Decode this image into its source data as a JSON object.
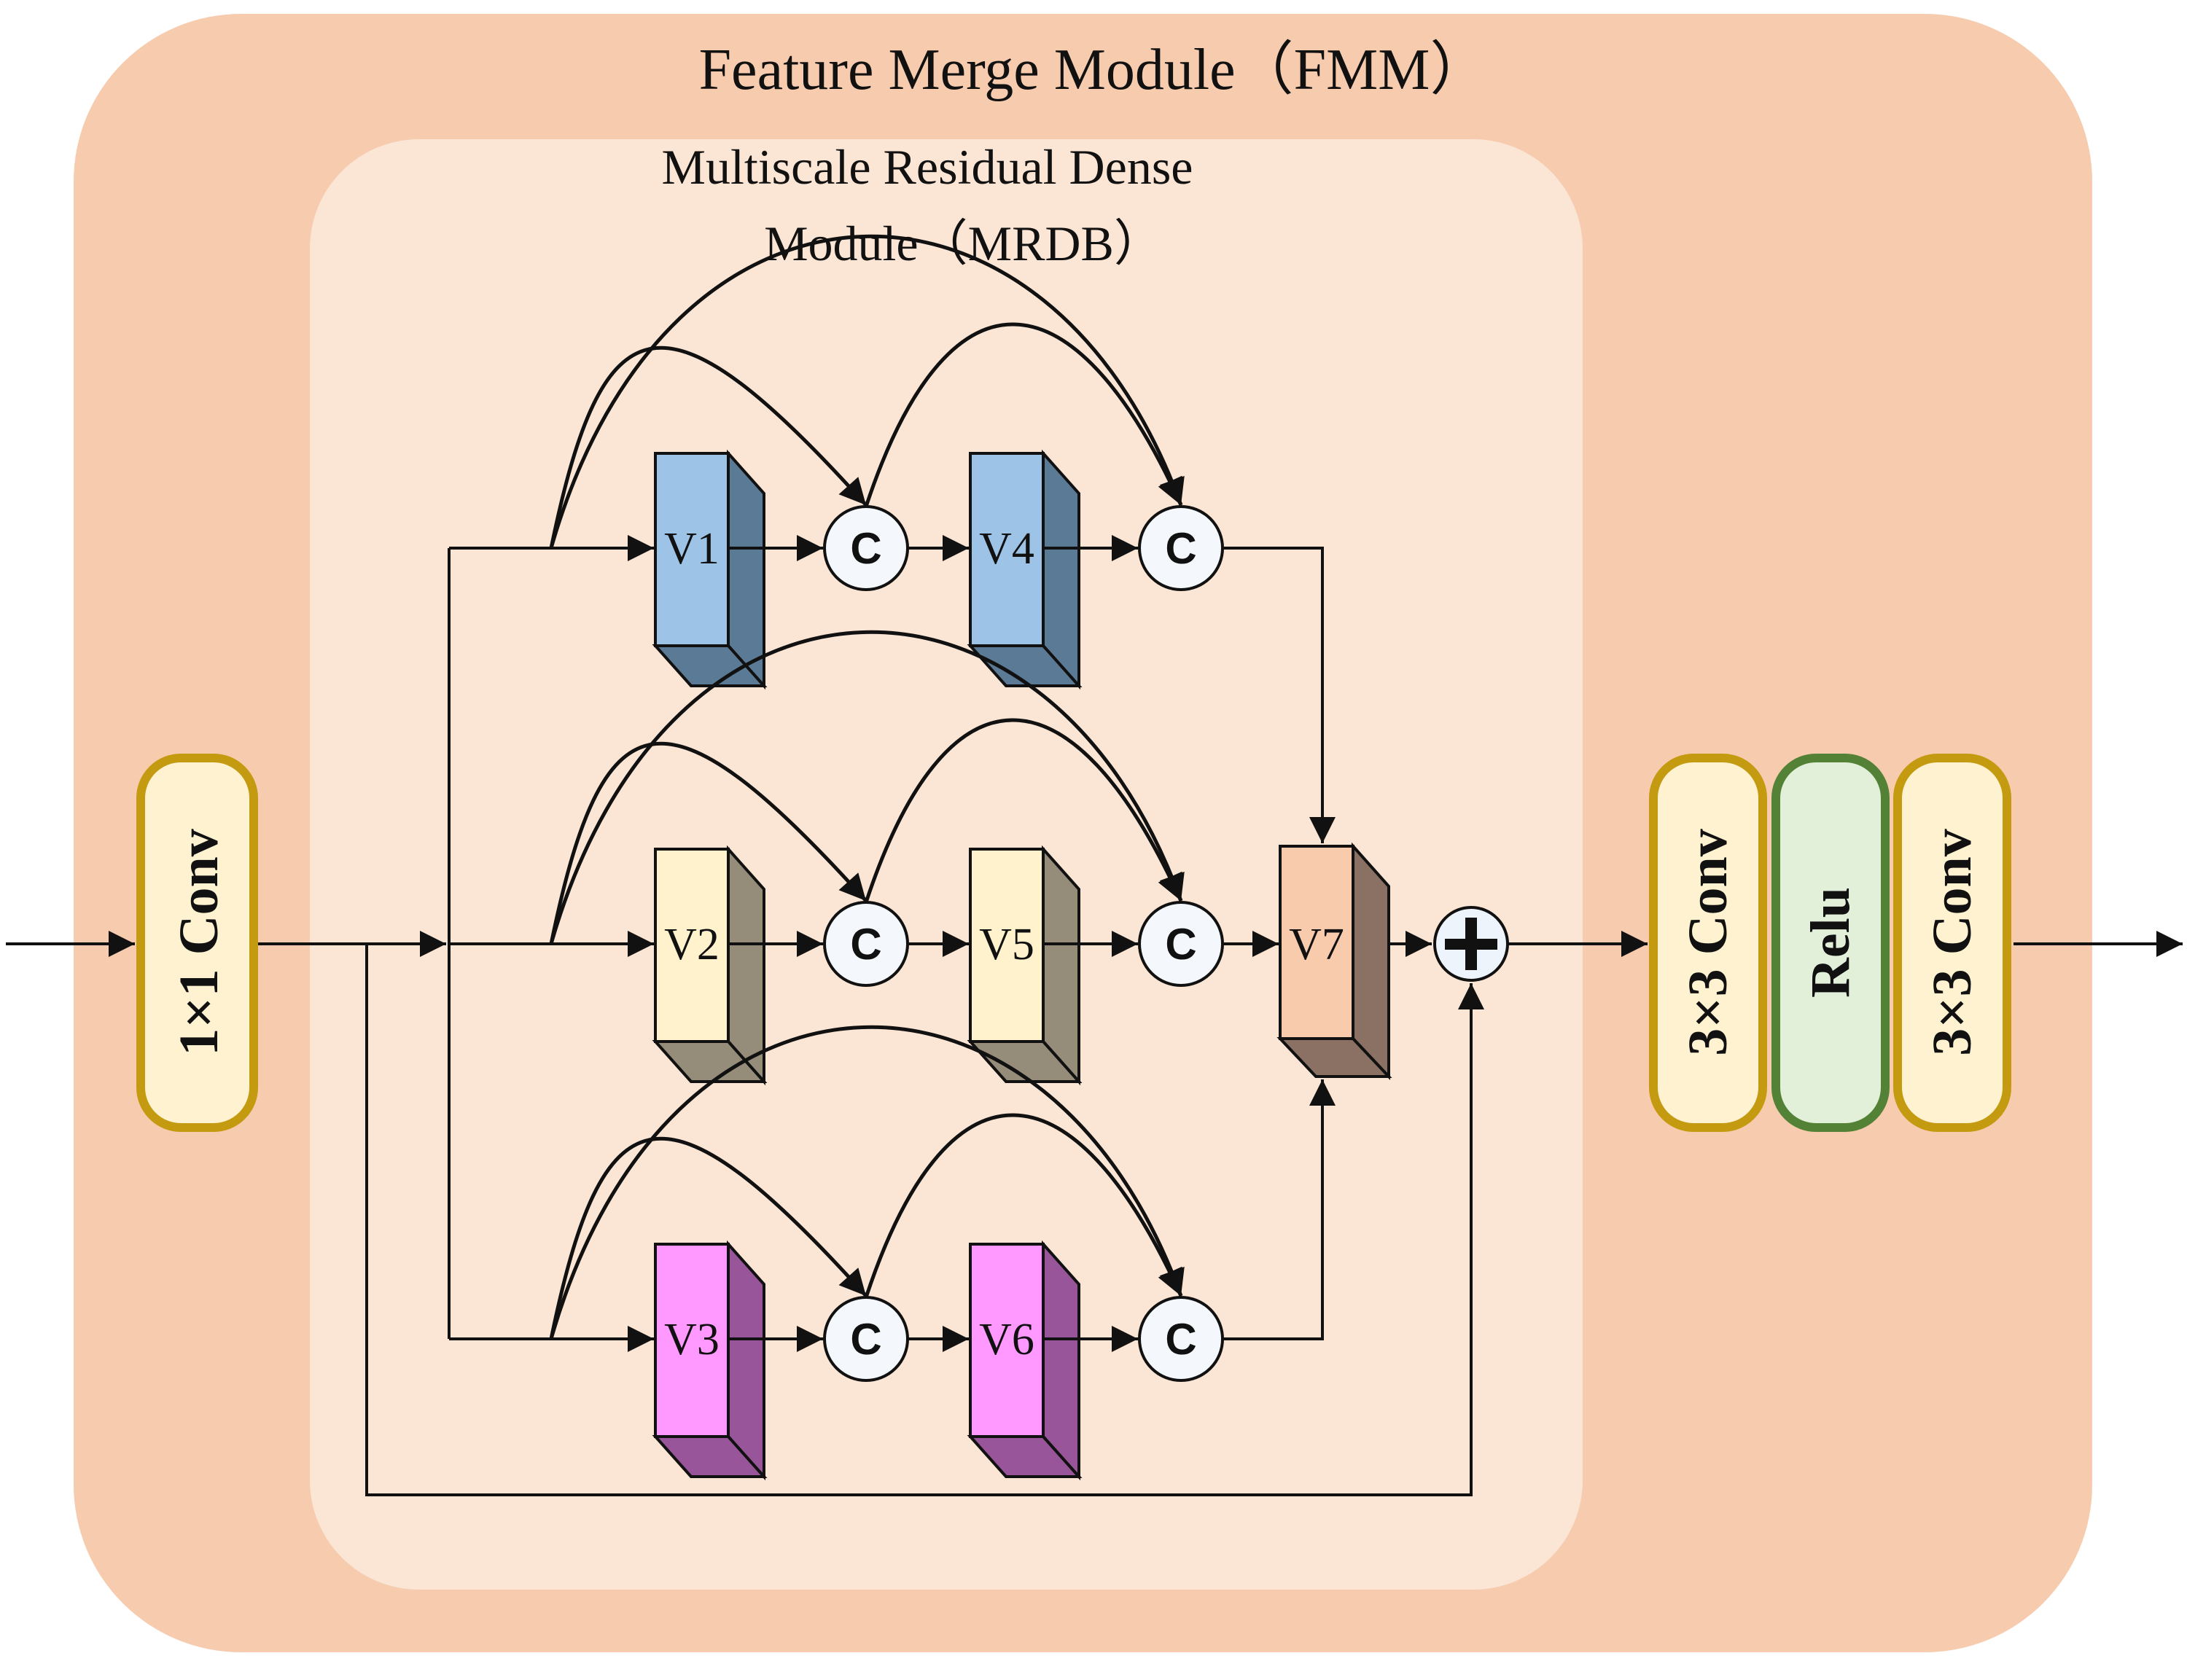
{
  "title": "Feature Merge Module（FMM）",
  "inner_title_line1": "Multiscale Residual Dense",
  "inner_title_line2": "Module（MRDB）",
  "colors": {
    "outer_bg": "#f7cbad",
    "inner_bg": "#fbe5d5",
    "conv_fill": "#fef2d0",
    "conv_border": "#c49a10",
    "relu_fill": "#e2efd9",
    "relu_border": "#538135"
  },
  "input_block": {
    "label": "1×1 Conv"
  },
  "output_blocks": [
    {
      "label": "3×3 Conv",
      "type": "conv"
    },
    {
      "label": "Relu",
      "type": "relu"
    },
    {
      "label": "3×3 Conv",
      "type": "conv"
    }
  ],
  "branches": [
    {
      "name": "top",
      "blocks": [
        {
          "label": "V1",
          "front": "#9dc3e6",
          "side": "#5b7a96"
        },
        {
          "label": "V4",
          "front": "#9dc3e6",
          "side": "#5b7a96"
        }
      ]
    },
    {
      "name": "middle",
      "blocks": [
        {
          "label": "V2",
          "front": "#fff2cc",
          "side": "#958d7a"
        },
        {
          "label": "V5",
          "front": "#fff2cc",
          "side": "#958d7a"
        }
      ]
    },
    {
      "name": "bottom",
      "blocks": [
        {
          "label": "V3",
          "front": "#ff99ff",
          "side": "#995599"
        },
        {
          "label": "V6",
          "front": "#ff99ff",
          "side": "#995599"
        }
      ]
    }
  ],
  "concat_label": "C",
  "fusion_block": {
    "label": "V7",
    "front": "#f8cbad",
    "side": "#8b7163"
  },
  "add_symbol": "+"
}
